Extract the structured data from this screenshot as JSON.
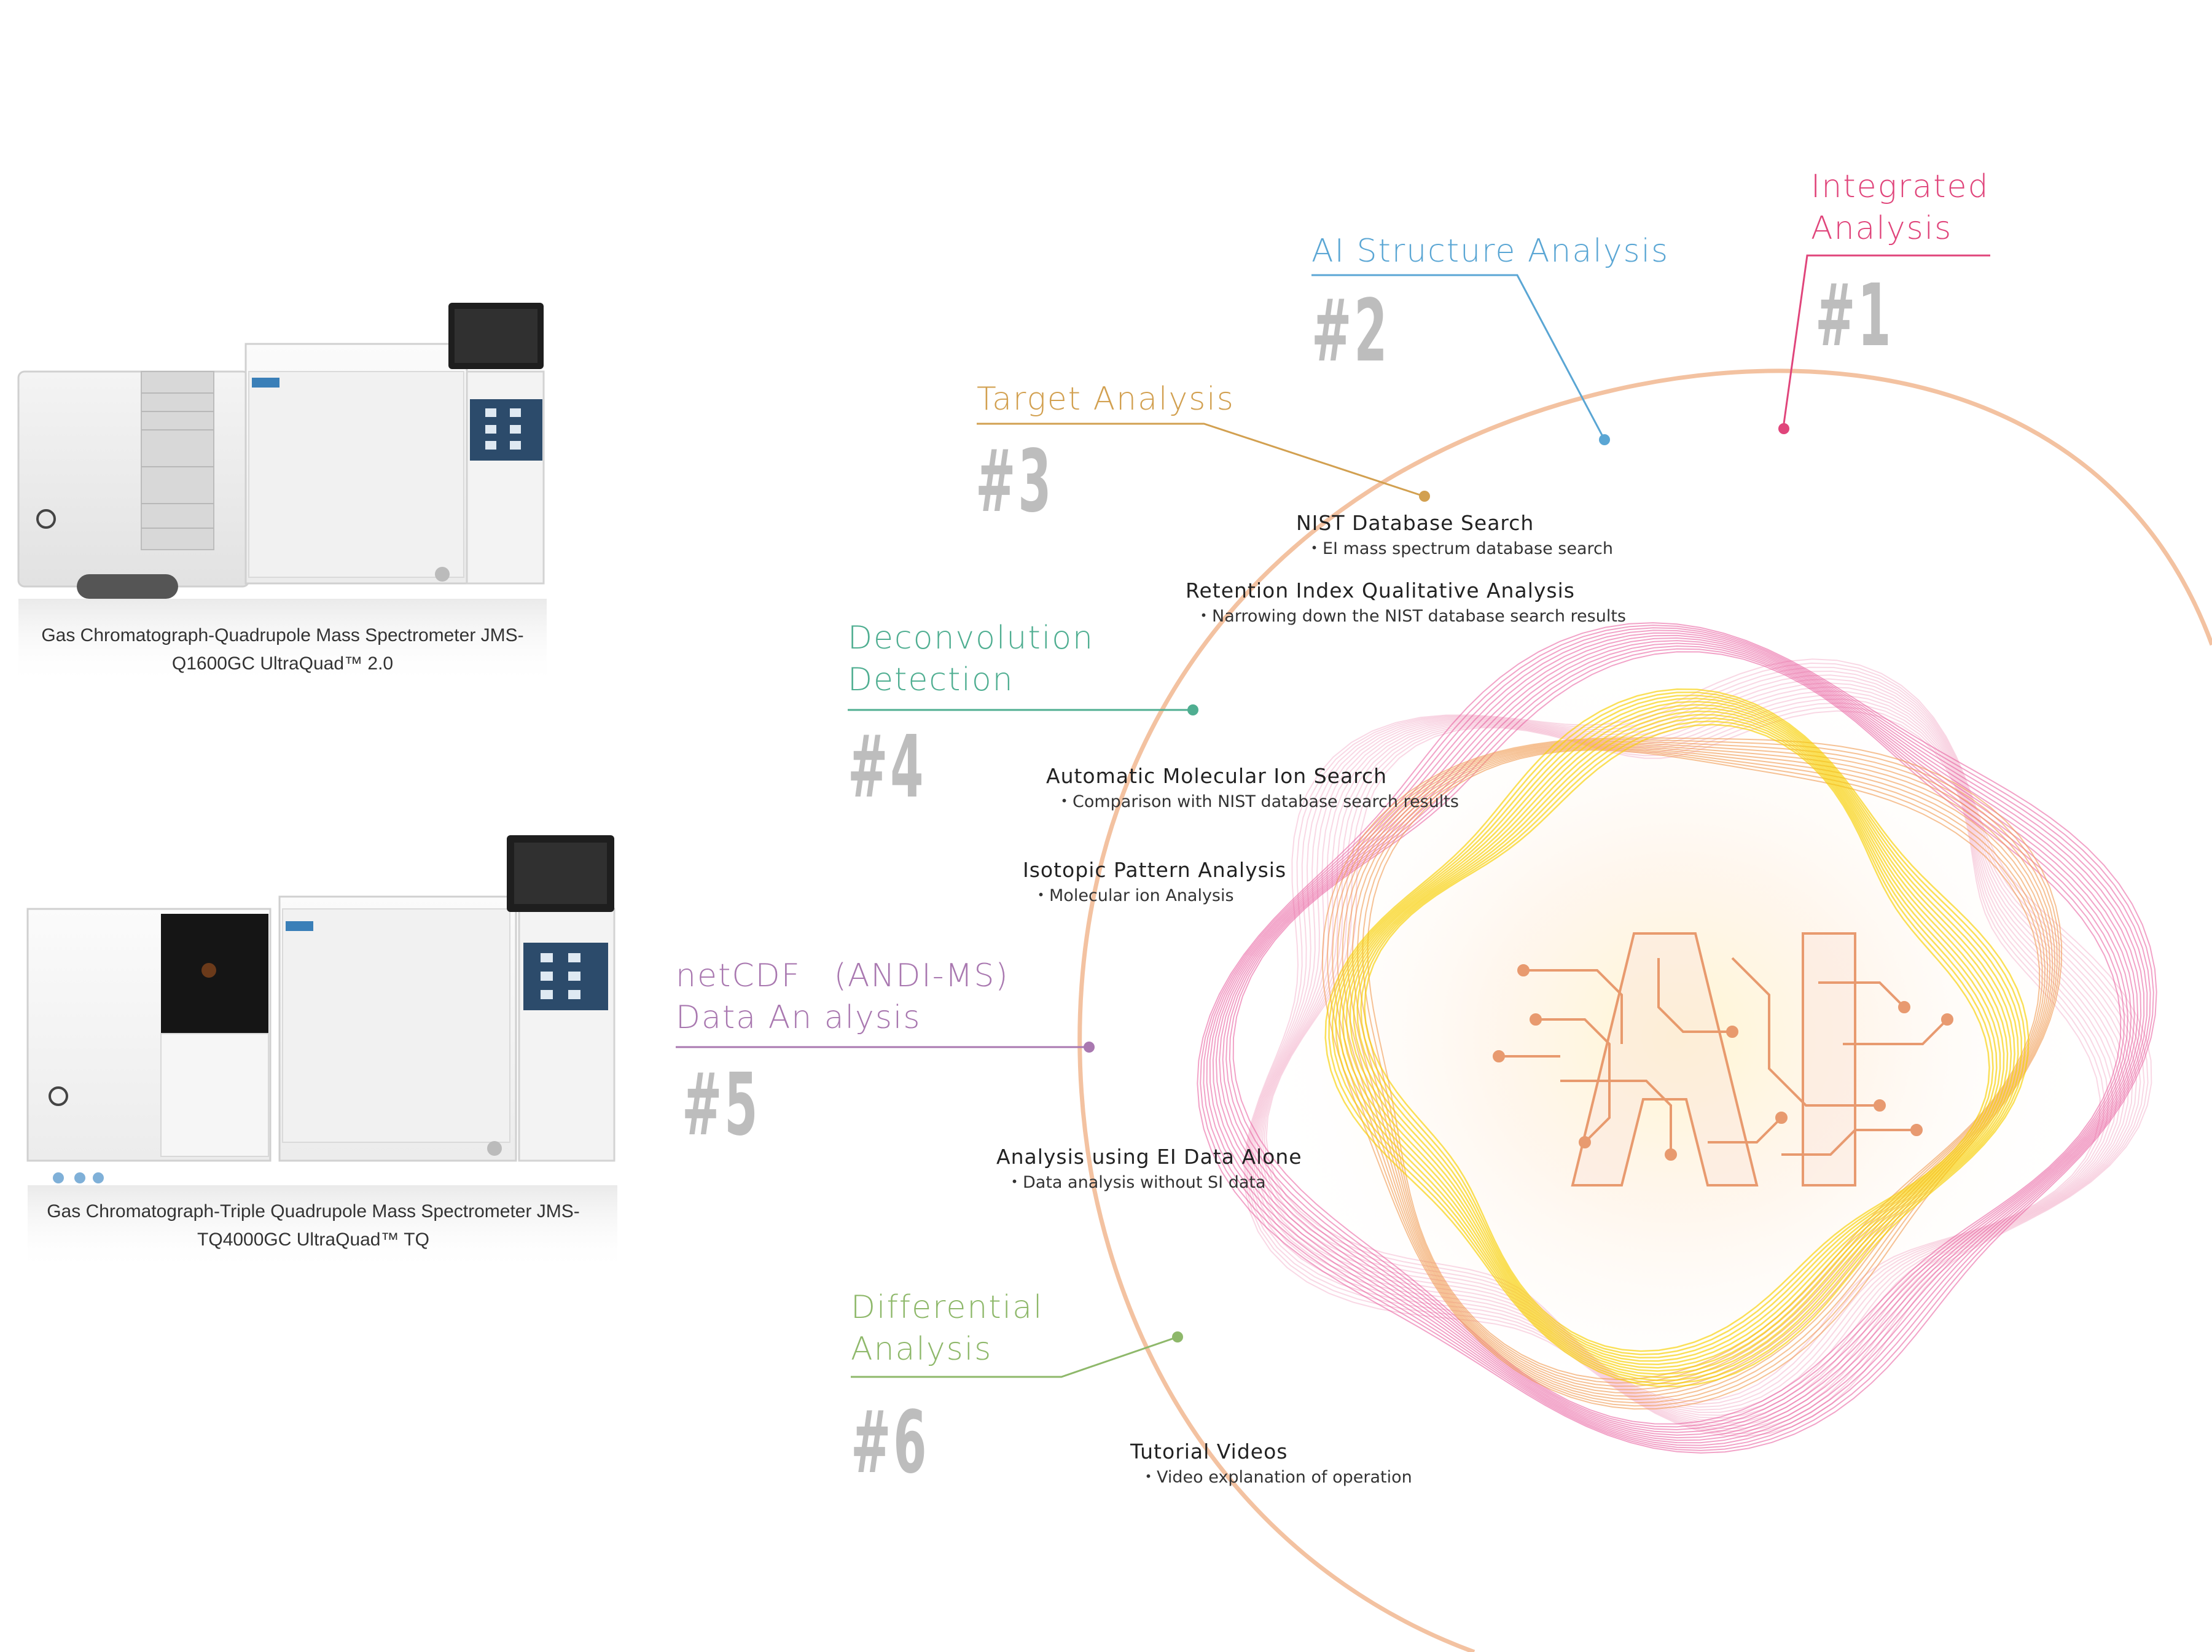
{
  "instruments": [
    {
      "caption": "Gas Chromatograph-Quadrupole Mass Spectrometer JMS-Q1600GC UltraQuad™ 2.0"
    },
    {
      "caption": "Gas Chromatograph-Triple Quadrupole Mass Spectrometer JMS-TQ4000GC UltraQuad™ TQ"
    }
  ],
  "categories": [
    {
      "number": "#1",
      "label_lines": [
        "Integrated",
        "Analysis"
      ],
      "color": "#e0457b"
    },
    {
      "number": "#2",
      "label_lines": [
        "AI Structure Analysis"
      ],
      "color": "#5aa6d4"
    },
    {
      "number": "#3",
      "label_lines": [
        "Target Analysis"
      ],
      "color": "#d2a050"
    },
    {
      "number": "#4",
      "label_lines": [
        "Deconvolution",
        "Detection"
      ],
      "color": "#4fae91"
    },
    {
      "number": "#5",
      "label_lines": [
        "netCDF　(ANDI-MS)",
        "Data An alysis"
      ],
      "color": "#a978b0"
    },
    {
      "number": "#6",
      "label_lines": [
        "Differential",
        "Analysis"
      ],
      "color": "#8eb86a"
    }
  ],
  "features": [
    {
      "title": "NIST Database Search",
      "sub": "・EI mass spectrum database search"
    },
    {
      "title": "Retention Index Qualitative Analysis",
      "sub": "・Narrowing down the NIST database search results"
    },
    {
      "title": "Automatic Molecular Ion Search",
      "sub": "・Comparison with NIST database search results"
    },
    {
      "title": "Isotopic Pattern Analysis",
      "sub": "・Molecular ion Analysis"
    },
    {
      "title": "Analysis using EI Data Alone",
      "sub": "・Data analysis without SI data"
    },
    {
      "title": "Tutorial Videos",
      "sub": "・Video explanation of operation"
    }
  ],
  "center_graphic": {
    "logo_text": "AI",
    "ring_color": "#f2c2a0",
    "wave_colors": [
      "#f7d000",
      "#f09a50",
      "#e8589a",
      "#f4b8d0"
    ]
  }
}
